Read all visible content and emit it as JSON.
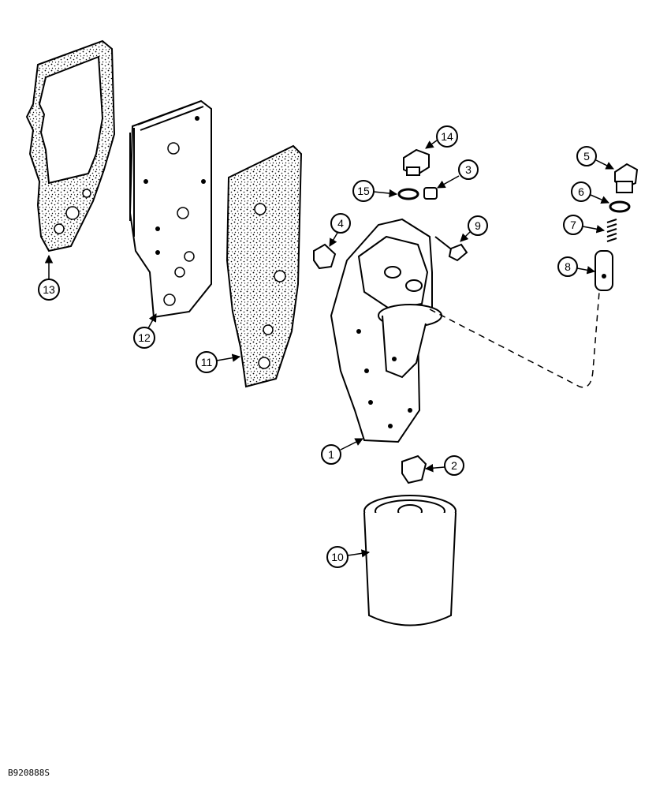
{
  "figure": {
    "reference_code": "B920888S"
  },
  "callouts": [
    {
      "id": "1",
      "label": "1"
    },
    {
      "id": "2",
      "label": "2"
    },
    {
      "id": "3",
      "label": "3"
    },
    {
      "id": "4",
      "label": "4"
    },
    {
      "id": "5",
      "label": "5"
    },
    {
      "id": "6",
      "label": "6"
    },
    {
      "id": "7",
      "label": "7"
    },
    {
      "id": "8",
      "label": "8"
    },
    {
      "id": "9",
      "label": "9"
    },
    {
      "id": "10",
      "label": "10"
    },
    {
      "id": "11",
      "label": "11"
    },
    {
      "id": "12",
      "label": "12"
    },
    {
      "id": "13",
      "label": "13"
    },
    {
      "id": "14",
      "label": "14"
    },
    {
      "id": "15",
      "label": "15"
    }
  ]
}
